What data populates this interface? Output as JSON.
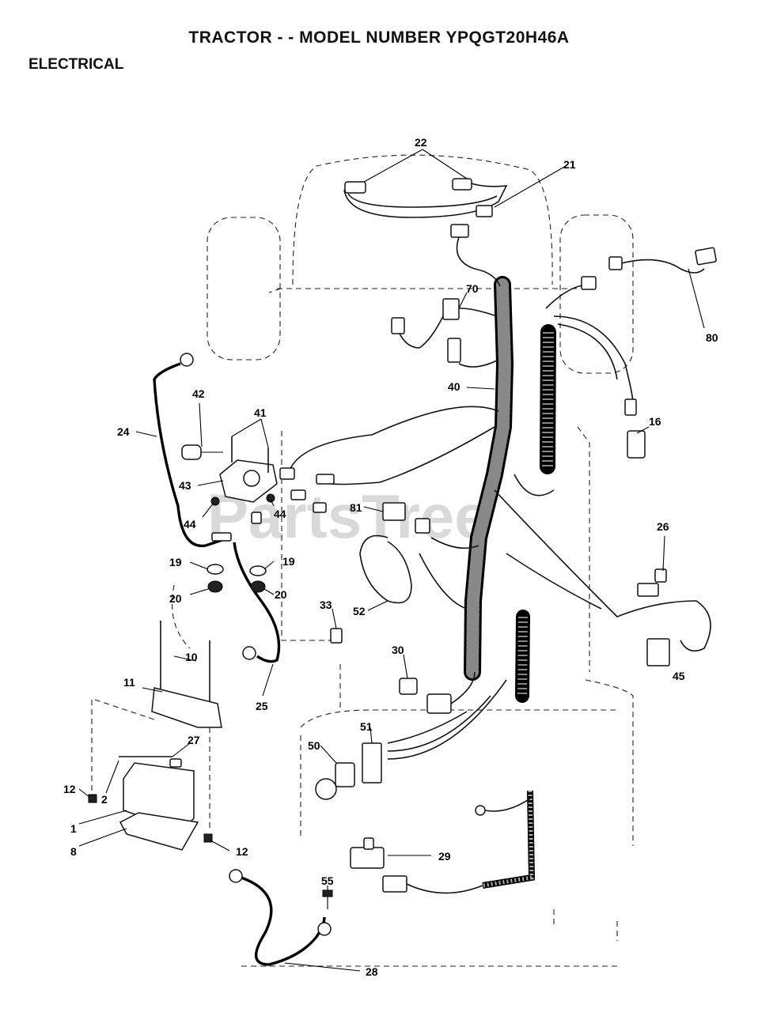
{
  "header": {
    "title": "TRACTOR - - MODEL NUMBER YPQGT20H46A",
    "section": "ELECTRICAL"
  },
  "watermark": "PartsTree",
  "callouts": {
    "c1": "1",
    "c2": "2",
    "c8": "8",
    "c10": "10",
    "c11": "11",
    "c12a": "12",
    "c12b": "12",
    "c16": "16",
    "c19a": "19",
    "c19b": "19",
    "c20a": "20",
    "c20b": "20",
    "c21": "21",
    "c22": "22",
    "c24": "24",
    "c25": "25",
    "c26": "26",
    "c27": "27",
    "c28": "28",
    "c29": "29",
    "c30": "30",
    "c33": "33",
    "c40": "40",
    "c41": "41",
    "c42": "42",
    "c43": "43",
    "c44a": "44",
    "c44b": "44",
    "c45": "45",
    "c50": "50",
    "c51": "51",
    "c52": "52",
    "c55": "55",
    "c70": "70",
    "c80": "80",
    "c81": "81"
  }
}
